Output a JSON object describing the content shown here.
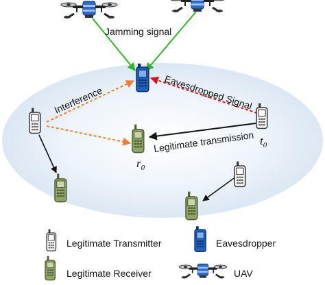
{
  "diagram": {
    "labels": {
      "jamming": "Jamming signal",
      "interference": "Interference",
      "eavesdropped": "Eavesdropped Signal",
      "legitimate_transmission": "Legitimate transmission",
      "t0": "t",
      "t0_sub": "0",
      "r0": "r",
      "r0_sub": "0"
    },
    "colors": {
      "jamming_arrow": "#2fb52c",
      "interference_arrow": "#ef7d31",
      "eavesdropped_arrow": "#d3121a",
      "legit_arrow": "#111111",
      "zone_fill": "#e2edf7",
      "eavesdropper": "#1f5fbd",
      "receiver_body": "#8ea463",
      "transmitter_body": "#f3f3f3"
    }
  },
  "legend": {
    "items": [
      {
        "icon": "transmitter-phone-icon",
        "label": "Legitimate Transmitter"
      },
      {
        "icon": "eavesdropper-phone-icon",
        "label": "Eavesdropper"
      },
      {
        "icon": "receiver-phone-icon",
        "label": "Legitimate Receiver"
      },
      {
        "icon": "uav-drone-icon",
        "label": "UAV"
      }
    ]
  }
}
